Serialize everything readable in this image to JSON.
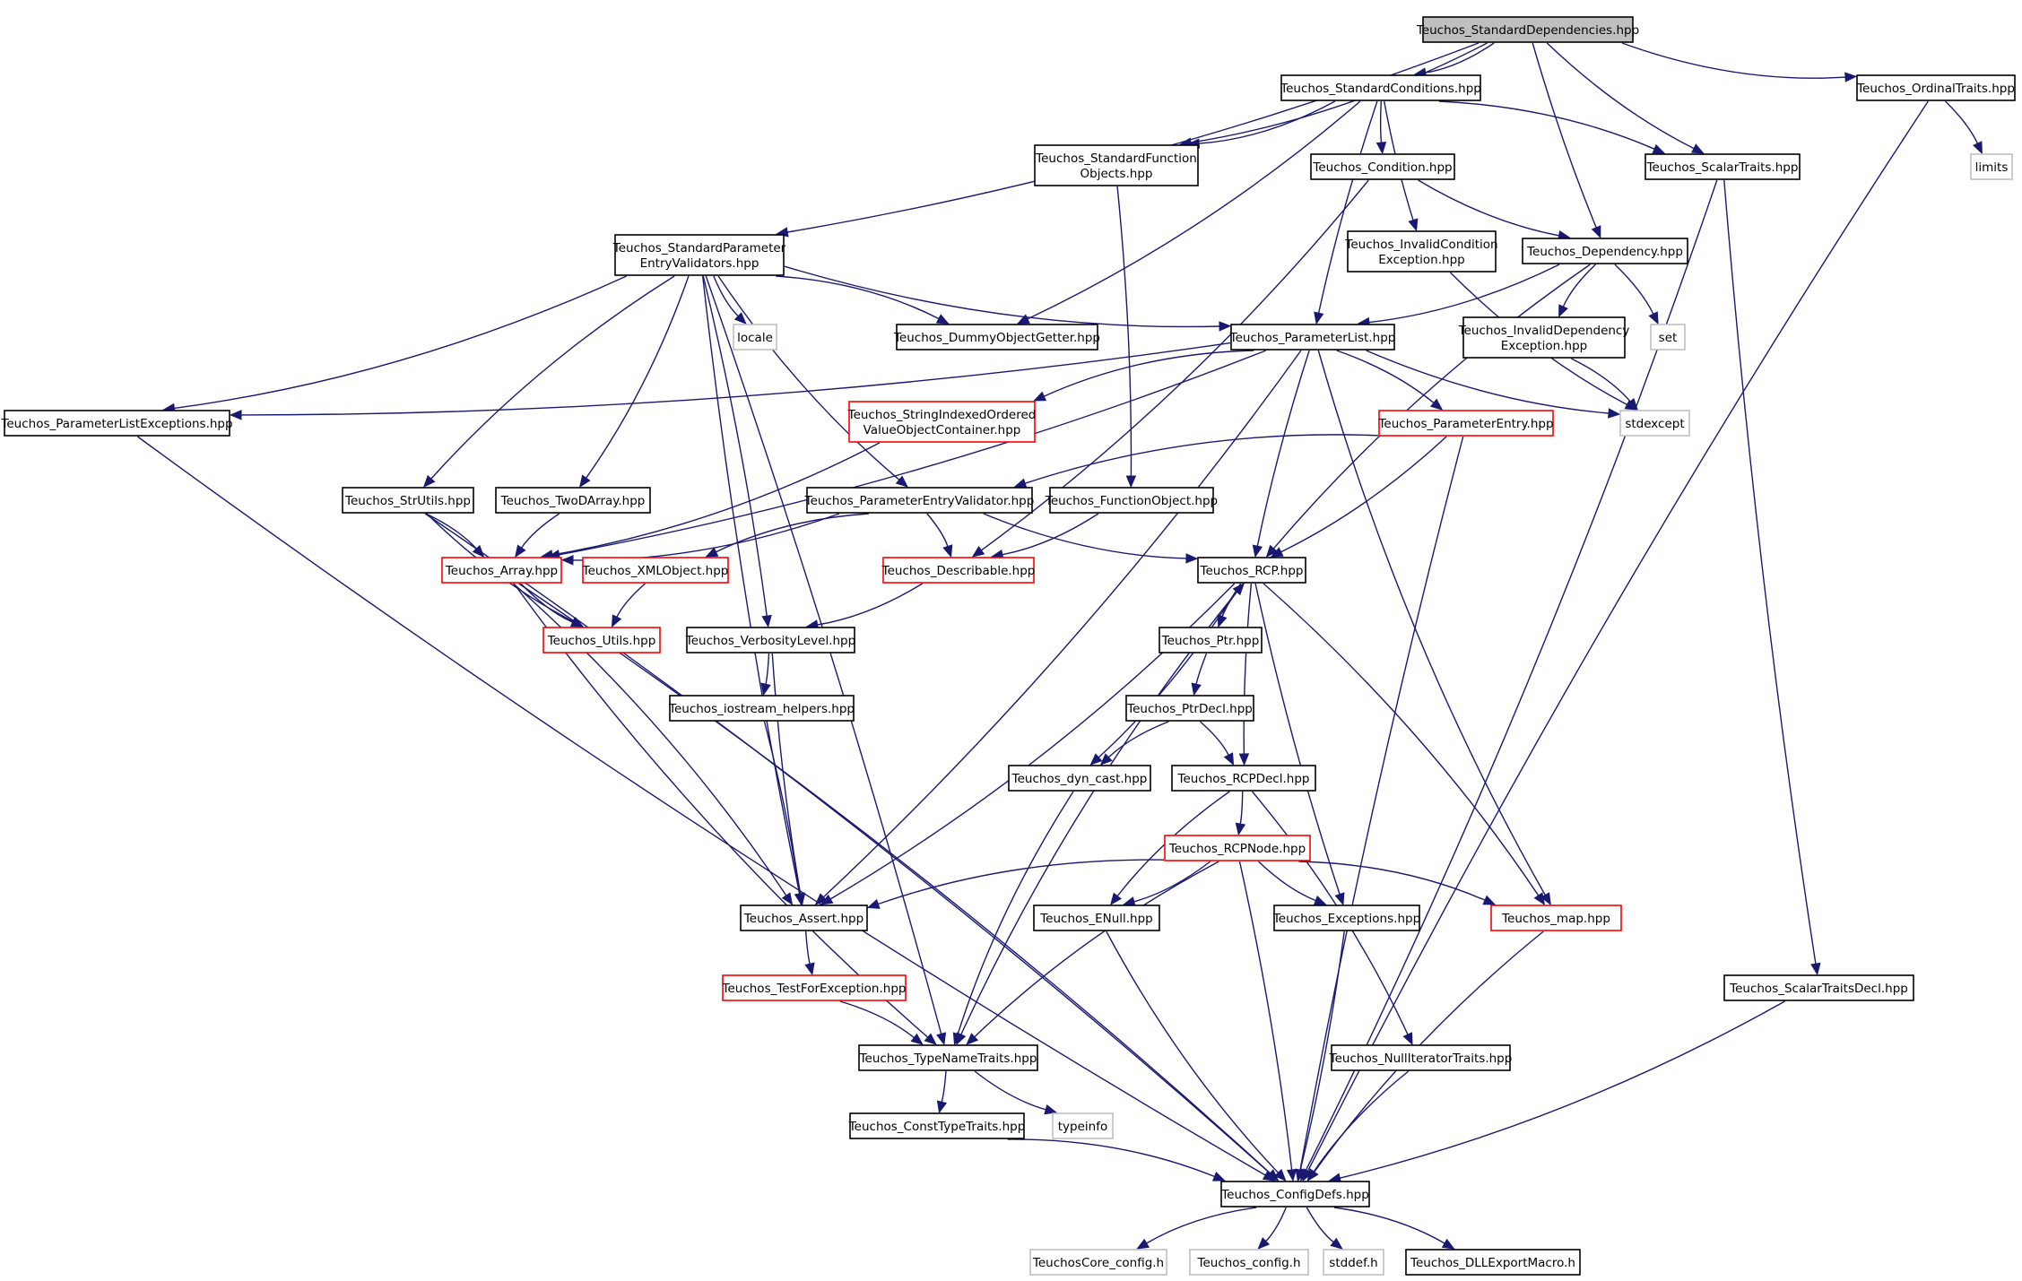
{
  "colors": {
    "edge": "#191970",
    "border_normal": "#000000",
    "border_truncated": "#ff0000",
    "border_system": "#bfbfbf",
    "root_fill": "#bfbfbf",
    "node_fill": "#ffffff"
  },
  "nodes": [
    {
      "id": "std_deps",
      "lines": [
        "Teuchos_StandardDependencies.hpp"
      ],
      "kind": "root"
    },
    {
      "id": "std_conditions",
      "lines": [
        "Teuchos_StandardConditions.hpp"
      ],
      "kind": "normal"
    },
    {
      "id": "ordinal_traits",
      "lines": [
        "Teuchos_OrdinalTraits.hpp"
      ],
      "kind": "normal"
    },
    {
      "id": "limits",
      "lines": [
        "limits"
      ],
      "kind": "system"
    },
    {
      "id": "std_function_objects",
      "lines": [
        "Teuchos_StandardFunction",
        "Objects.hpp"
      ],
      "kind": "normal"
    },
    {
      "id": "condition",
      "lines": [
        "Teuchos_Condition.hpp"
      ],
      "kind": "normal"
    },
    {
      "id": "scalar_traits",
      "lines": [
        "Teuchos_ScalarTraits.hpp"
      ],
      "kind": "normal"
    },
    {
      "id": "std_param_entry_validators",
      "lines": [
        "Teuchos_StandardParameter",
        "EntryValidators.hpp"
      ],
      "kind": "normal"
    },
    {
      "id": "invalid_condition_exception",
      "lines": [
        "Teuchos_InvalidCondition",
        "Exception.hpp"
      ],
      "kind": "normal"
    },
    {
      "id": "dependency",
      "lines": [
        "Teuchos_Dependency.hpp"
      ],
      "kind": "normal"
    },
    {
      "id": "locale",
      "lines": [
        "locale"
      ],
      "kind": "system"
    },
    {
      "id": "dummy_object_getter",
      "lines": [
        "Teuchos_DummyObjectGetter.hpp"
      ],
      "kind": "normal"
    },
    {
      "id": "parameter_list",
      "lines": [
        "Teuchos_ParameterList.hpp"
      ],
      "kind": "normal"
    },
    {
      "id": "invalid_dependency_exception",
      "lines": [
        "Teuchos_InvalidDependency",
        "Exception.hpp"
      ],
      "kind": "normal"
    },
    {
      "id": "set",
      "lines": [
        "set"
      ],
      "kind": "system"
    },
    {
      "id": "parameter_list_exceptions",
      "lines": [
        "Teuchos_ParameterListExceptions.hpp"
      ],
      "kind": "normal"
    },
    {
      "id": "string_indexed_ordered",
      "lines": [
        "Teuchos_StringIndexedOrdered",
        "ValueObjectContainer.hpp"
      ],
      "kind": "truncated"
    },
    {
      "id": "parameter_entry",
      "lines": [
        "Teuchos_ParameterEntry.hpp"
      ],
      "kind": "truncated"
    },
    {
      "id": "stdexcept",
      "lines": [
        "stdexcept"
      ],
      "kind": "system"
    },
    {
      "id": "str_utils",
      "lines": [
        "Teuchos_StrUtils.hpp"
      ],
      "kind": "normal"
    },
    {
      "id": "two_d_array",
      "lines": [
        "Teuchos_TwoDArray.hpp"
      ],
      "kind": "normal"
    },
    {
      "id": "parameter_entry_validator",
      "lines": [
        "Teuchos_ParameterEntryValidator.hpp"
      ],
      "kind": "normal"
    },
    {
      "id": "function_object",
      "lines": [
        "Teuchos_FunctionObject.hpp"
      ],
      "kind": "normal"
    },
    {
      "id": "array",
      "lines": [
        "Teuchos_Array.hpp"
      ],
      "kind": "truncated"
    },
    {
      "id": "xml_object",
      "lines": [
        "Teuchos_XMLObject.hpp"
      ],
      "kind": "truncated"
    },
    {
      "id": "describable",
      "lines": [
        "Teuchos_Describable.hpp"
      ],
      "kind": "truncated"
    },
    {
      "id": "rcp",
      "lines": [
        "Teuchos_RCP.hpp"
      ],
      "kind": "normal"
    },
    {
      "id": "utils",
      "lines": [
        "Teuchos_Utils.hpp"
      ],
      "kind": "truncated"
    },
    {
      "id": "verbosity_level",
      "lines": [
        "Teuchos_VerbosityLevel.hpp"
      ],
      "kind": "normal"
    },
    {
      "id": "ptr",
      "lines": [
        "Teuchos_Ptr.hpp"
      ],
      "kind": "normal"
    },
    {
      "id": "iostream_helpers",
      "lines": [
        "Teuchos_iostream_helpers.hpp"
      ],
      "kind": "normal"
    },
    {
      "id": "ptr_decl",
      "lines": [
        "Teuchos_PtrDecl.hpp"
      ],
      "kind": "normal"
    },
    {
      "id": "dyn_cast",
      "lines": [
        "Teuchos_dyn_cast.hpp"
      ],
      "kind": "normal"
    },
    {
      "id": "rcp_decl",
      "lines": [
        "Teuchos_RCPDecl.hpp"
      ],
      "kind": "normal"
    },
    {
      "id": "rcp_node",
      "lines": [
        "Teuchos_RCPNode.hpp"
      ],
      "kind": "truncated"
    },
    {
      "id": "assert",
      "lines": [
        "Teuchos_Assert.hpp"
      ],
      "kind": "normal"
    },
    {
      "id": "enull",
      "lines": [
        "Teuchos_ENull.hpp"
      ],
      "kind": "normal"
    },
    {
      "id": "exceptions",
      "lines": [
        "Teuchos_Exceptions.hpp"
      ],
      "kind": "normal"
    },
    {
      "id": "map",
      "lines": [
        "Teuchos_map.hpp"
      ],
      "kind": "truncated"
    },
    {
      "id": "test_for_exception",
      "lines": [
        "Teuchos_TestForException.hpp"
      ],
      "kind": "truncated"
    },
    {
      "id": "scalar_traits_decl",
      "lines": [
        "Teuchos_ScalarTraitsDecl.hpp"
      ],
      "kind": "normal"
    },
    {
      "id": "type_name_traits",
      "lines": [
        "Teuchos_TypeNameTraits.hpp"
      ],
      "kind": "normal"
    },
    {
      "id": "null_iterator_traits",
      "lines": [
        "Teuchos_NullIteratorTraits.hpp"
      ],
      "kind": "normal"
    },
    {
      "id": "const_type_traits",
      "lines": [
        "Teuchos_ConstTypeTraits.hpp"
      ],
      "kind": "normal"
    },
    {
      "id": "typeinfo",
      "lines": [
        "typeinfo"
      ],
      "kind": "system"
    },
    {
      "id": "config_defs",
      "lines": [
        "Teuchos_ConfigDefs.hpp"
      ],
      "kind": "normal"
    },
    {
      "id": "teuchos_core_config",
      "lines": [
        "TeuchosCore_config.h"
      ],
      "kind": "system"
    },
    {
      "id": "teuchos_config",
      "lines": [
        "Teuchos_config.h"
      ],
      "kind": "system"
    },
    {
      "id": "stddef",
      "lines": [
        "stddef.h"
      ],
      "kind": "system"
    },
    {
      "id": "dll_export_macro",
      "lines": [
        "Teuchos_DLLExportMacro.h"
      ],
      "kind": "normal"
    }
  ],
  "edges": [
    [
      "std_deps",
      "std_conditions"
    ],
    [
      "std_deps",
      "ordinal_traits"
    ],
    [
      "std_deps",
      "std_function_objects"
    ],
    [
      "std_deps",
      "scalar_traits"
    ],
    [
      "std_deps",
      "std_param_entry_validators"
    ],
    [
      "std_deps",
      "dependency"
    ],
    [
      "std_conditions",
      "std_function_objects"
    ],
    [
      "std_conditions",
      "condition"
    ],
    [
      "std_conditions",
      "scalar_traits"
    ],
    [
      "std_conditions",
      "invalid_condition_exception"
    ],
    [
      "std_conditions",
      "dummy_object_getter"
    ],
    [
      "std_conditions",
      "parameter_list"
    ],
    [
      "ordinal_traits",
      "limits"
    ],
    [
      "ordinal_traits",
      "config_defs"
    ],
    [
      "std_function_objects",
      "function_object"
    ],
    [
      "condition",
      "dependency"
    ],
    [
      "condition",
      "describable"
    ],
    [
      "scalar_traits",
      "scalar_traits_decl"
    ],
    [
      "scalar_traits",
      "config_defs"
    ],
    [
      "std_param_entry_validators",
      "locale"
    ],
    [
      "std_param_entry_validators",
      "dummy_object_getter"
    ],
    [
      "std_param_entry_validators",
      "parameter_list"
    ],
    [
      "std_param_entry_validators",
      "parameter_list_exceptions"
    ],
    [
      "std_param_entry_validators",
      "str_utils"
    ],
    [
      "std_param_entry_validators",
      "two_d_array"
    ],
    [
      "std_param_entry_validators",
      "parameter_entry_validator"
    ],
    [
      "std_param_entry_validators",
      "verbosity_level"
    ],
    [
      "std_param_entry_validators",
      "assert"
    ],
    [
      "std_param_entry_validators",
      "type_name_traits"
    ],
    [
      "invalid_condition_exception",
      "stdexcept"
    ],
    [
      "dependency",
      "parameter_list"
    ],
    [
      "dependency",
      "invalid_dependency_exception"
    ],
    [
      "dependency",
      "set"
    ],
    [
      "dependency",
      "rcp"
    ],
    [
      "parameter_list",
      "parameter_list_exceptions"
    ],
    [
      "parameter_list",
      "string_indexed_ordered"
    ],
    [
      "parameter_list",
      "parameter_entry"
    ],
    [
      "parameter_list",
      "stdexcept"
    ],
    [
      "parameter_list",
      "array"
    ],
    [
      "parameter_list",
      "rcp"
    ],
    [
      "parameter_list",
      "assert"
    ],
    [
      "parameter_list",
      "map"
    ],
    [
      "invalid_dependency_exception",
      "stdexcept"
    ],
    [
      "parameter_list_exceptions",
      "config_defs"
    ],
    [
      "string_indexed_ordered",
      "array"
    ],
    [
      "parameter_entry",
      "parameter_entry_validator"
    ],
    [
      "parameter_entry",
      "rcp"
    ],
    [
      "parameter_entry",
      "config_defs"
    ],
    [
      "str_utils",
      "array"
    ],
    [
      "str_utils",
      "utils"
    ],
    [
      "str_utils",
      "config_defs"
    ],
    [
      "two_d_array",
      "array"
    ],
    [
      "parameter_entry_validator",
      "array"
    ],
    [
      "parameter_entry_validator",
      "xml_object"
    ],
    [
      "parameter_entry_validator",
      "describable"
    ],
    [
      "parameter_entry_validator",
      "rcp"
    ],
    [
      "function_object",
      "describable"
    ],
    [
      "array",
      "utils"
    ],
    [
      "array",
      "assert"
    ],
    [
      "array",
      "type_name_traits"
    ],
    [
      "array",
      "config_defs"
    ],
    [
      "xml_object",
      "utils"
    ],
    [
      "describable",
      "verbosity_level"
    ],
    [
      "rcp",
      "ptr"
    ],
    [
      "rcp",
      "dyn_cast"
    ],
    [
      "rcp",
      "rcp_decl"
    ],
    [
      "rcp",
      "assert"
    ],
    [
      "rcp",
      "exceptions"
    ],
    [
      "rcp",
      "map"
    ],
    [
      "rcp",
      "type_name_traits"
    ],
    [
      "ptr",
      "rcp"
    ],
    [
      "ptr",
      "ptr_decl"
    ],
    [
      "verbosity_level",
      "iostream_helpers"
    ],
    [
      "verbosity_level",
      "assert"
    ],
    [
      "iostream_helpers",
      "assert"
    ],
    [
      "ptr_decl",
      "dyn_cast"
    ],
    [
      "ptr_decl",
      "rcp_decl"
    ],
    [
      "dyn_cast",
      "type_name_traits"
    ],
    [
      "rcp_decl",
      "rcp_node"
    ],
    [
      "rcp_decl",
      "enull"
    ],
    [
      "rcp_decl",
      "null_iterator_traits"
    ],
    [
      "rcp_node",
      "assert"
    ],
    [
      "rcp_node",
      "enull"
    ],
    [
      "rcp_node",
      "exceptions"
    ],
    [
      "rcp_node",
      "map"
    ],
    [
      "rcp_node",
      "type_name_traits"
    ],
    [
      "rcp_node",
      "config_defs"
    ],
    [
      "assert",
      "test_for_exception"
    ],
    [
      "test_for_exception",
      "type_name_traits"
    ],
    [
      "enull",
      "config_defs"
    ],
    [
      "exceptions",
      "config_defs"
    ],
    [
      "map",
      "config_defs"
    ],
    [
      "scalar_traits_decl",
      "config_defs"
    ],
    [
      "null_iterator_traits",
      "config_defs"
    ],
    [
      "type_name_traits",
      "const_type_traits"
    ],
    [
      "type_name_traits",
      "typeinfo"
    ],
    [
      "const_type_traits",
      "config_defs"
    ],
    [
      "config_defs",
      "teuchos_core_config"
    ],
    [
      "config_defs",
      "teuchos_config"
    ],
    [
      "config_defs",
      "stddef"
    ],
    [
      "config_defs",
      "dll_export_macro"
    ]
  ]
}
